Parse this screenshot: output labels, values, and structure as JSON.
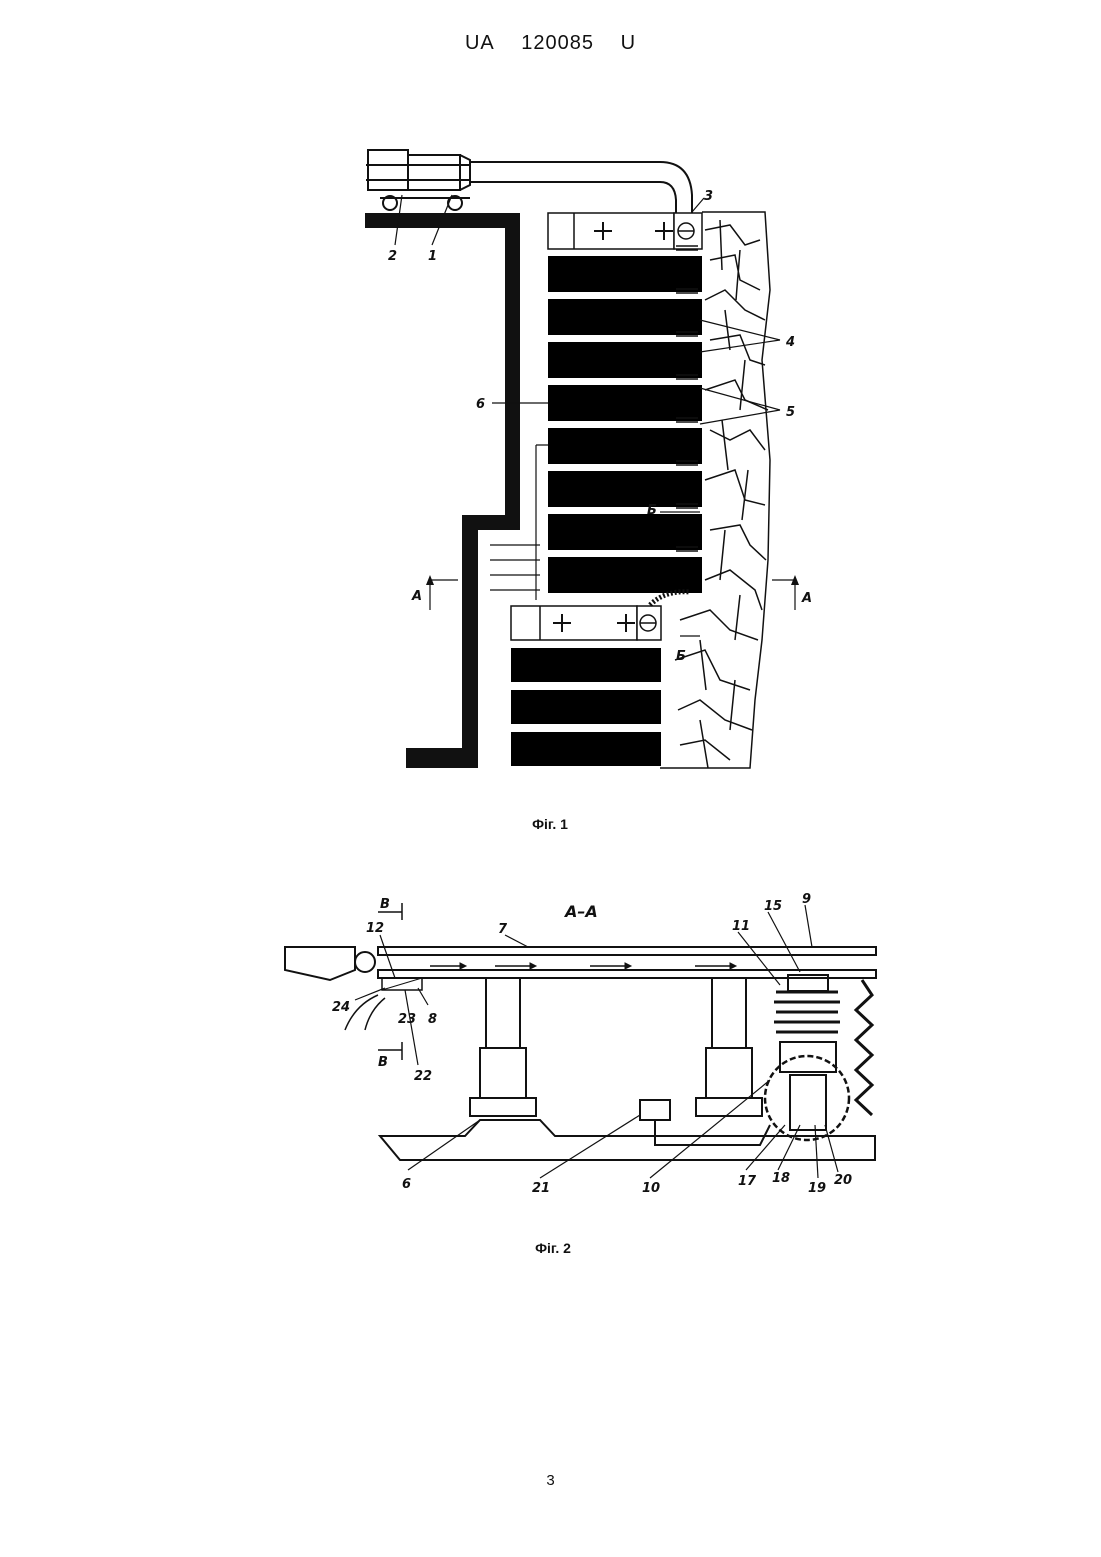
{
  "header": {
    "country": "UA",
    "number": "120085",
    "kind": "U"
  },
  "figures": [
    {
      "caption": "Фіг. 1",
      "labels": {
        "l1": "1",
        "l2": "2",
        "l3": "3",
        "l4": "4",
        "l5": "5",
        "l6": "6",
        "secA_left": "A",
        "secA_right": "A",
        "secB_top": "Б",
        "secB_bottom": "Б"
      }
    },
    {
      "caption": "Фіг. 2",
      "title": "A–A",
      "labels": {
        "l7": "7",
        "l8": "8",
        "l9": "9",
        "l10": "10",
        "l11": "11",
        "l12": "12",
        "l15": "15",
        "l17": "17",
        "l18": "18",
        "l19": "19",
        "l20": "20",
        "l21": "21",
        "l22": "22",
        "l23": "23",
        "l24": "24",
        "l6": "6",
        "secV_top": "В",
        "secV_bottom": "В"
      }
    }
  ],
  "page_number": "3"
}
